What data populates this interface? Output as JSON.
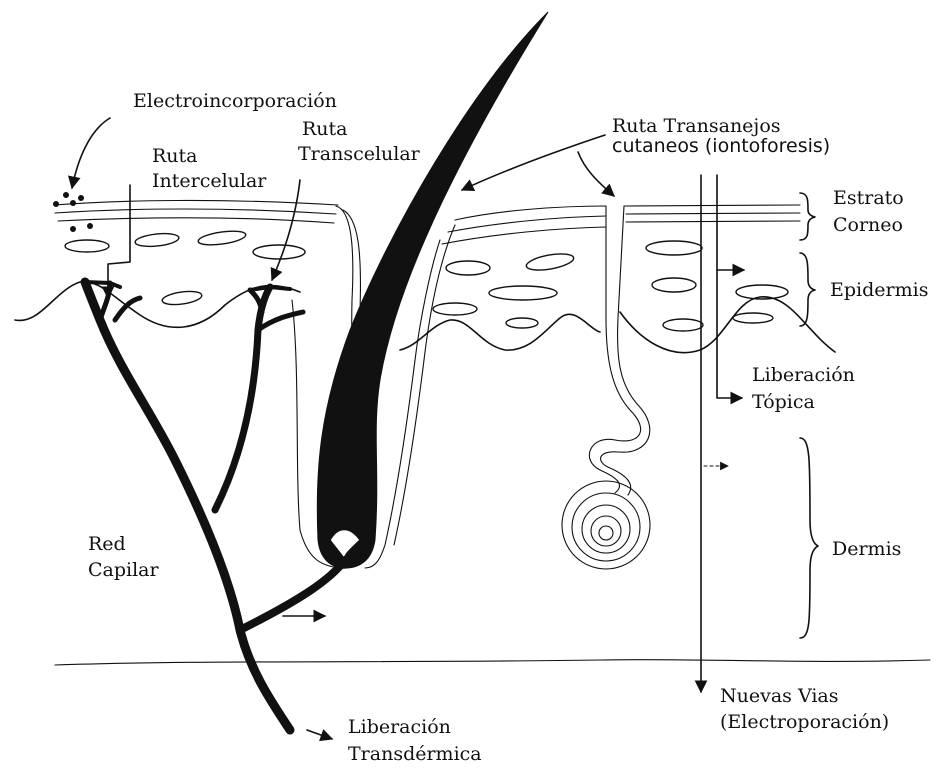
{
  "labels": {
    "electroincorporacion": "Electroincorporación",
    "ruta_intercelular_1": "Ruta",
    "ruta_intercelular_2": "Intercelular",
    "ruta_transcelular_1": "Ruta",
    "ruta_transcelular_2": "Transcelular",
    "transanejos_1": "Ruta Transanejos",
    "transanejos_2": "cutaneos (iontoforesis)",
    "estrato_1": "Estrato",
    "estrato_2": "Corneo",
    "epidermis": "Epidermis",
    "liberacion_topica_1": "Liberación",
    "liberacion_topica_2": "Tópica",
    "dermis": "Dermis",
    "red_capilar_1": "Red",
    "red_capilar_2": "Capilar",
    "nuevas_vias_1": "Nuevas Vias",
    "nuevas_vias_2": "(Electroporación)",
    "transdermica_1": "Liberación",
    "transdermica_2": "Transdérmica"
  }
}
